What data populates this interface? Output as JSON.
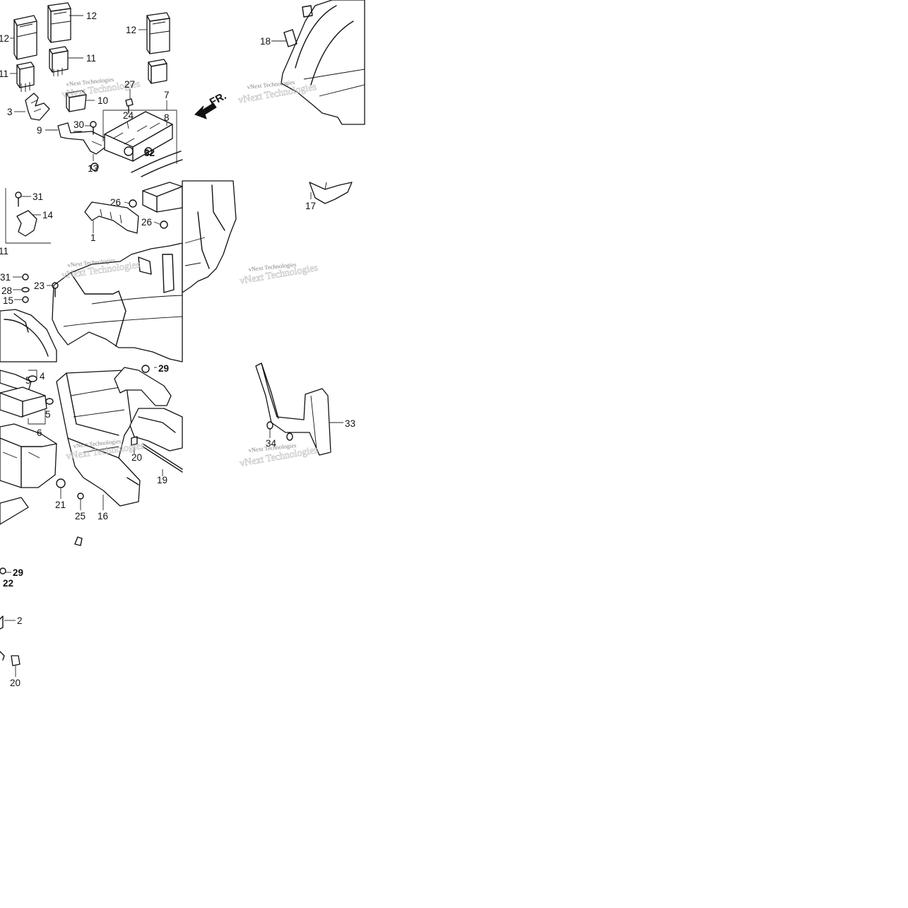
{
  "diagram": {
    "direction_label": "FR.",
    "watermark_text": "vNext Technologies",
    "callouts": [
      {
        "id": "c12a",
        "label": "12"
      },
      {
        "id": "c12b",
        "label": "12"
      },
      {
        "id": "c12c",
        "label": "12"
      },
      {
        "id": "c11a",
        "label": "11"
      },
      {
        "id": "c11b",
        "label": "11"
      },
      {
        "id": "c11c",
        "label": "11"
      },
      {
        "id": "c3",
        "label": "3"
      },
      {
        "id": "c10",
        "label": "10"
      },
      {
        "id": "c27",
        "label": "27"
      },
      {
        "id": "c7",
        "label": "7"
      },
      {
        "id": "c24",
        "label": "24"
      },
      {
        "id": "c8",
        "label": "8"
      },
      {
        "id": "c30",
        "label": "30"
      },
      {
        "id": "c9",
        "label": "9"
      },
      {
        "id": "c32",
        "label": "32"
      },
      {
        "id": "c13",
        "label": "13"
      },
      {
        "id": "c18",
        "label": "18"
      },
      {
        "id": "c17",
        "label": "17"
      },
      {
        "id": "c31a",
        "label": "31"
      },
      {
        "id": "c14",
        "label": "14"
      },
      {
        "id": "c26a",
        "label": "26"
      },
      {
        "id": "c26b",
        "label": "26"
      },
      {
        "id": "c1",
        "label": "1"
      },
      {
        "id": "c31b",
        "label": "31"
      },
      {
        "id": "c28",
        "label": "28"
      },
      {
        "id": "c23",
        "label": "23"
      },
      {
        "id": "c15",
        "label": "15"
      },
      {
        "id": "c4",
        "label": "4"
      },
      {
        "id": "c5a",
        "label": "5"
      },
      {
        "id": "c5b",
        "label": "5"
      },
      {
        "id": "c6",
        "label": "6"
      },
      {
        "id": "c29a",
        "label": "29"
      },
      {
        "id": "c20a",
        "label": "20"
      },
      {
        "id": "c19",
        "label": "19"
      },
      {
        "id": "c21",
        "label": "21"
      },
      {
        "id": "c25",
        "label": "25"
      },
      {
        "id": "c16",
        "label": "16"
      },
      {
        "id": "c33",
        "label": "33"
      },
      {
        "id": "c34",
        "label": "34"
      },
      {
        "id": "c29b",
        "label": "29"
      },
      {
        "id": "c22",
        "label": "22"
      },
      {
        "id": "c2",
        "label": "2"
      },
      {
        "id": "c20b",
        "label": "20"
      }
    ]
  }
}
